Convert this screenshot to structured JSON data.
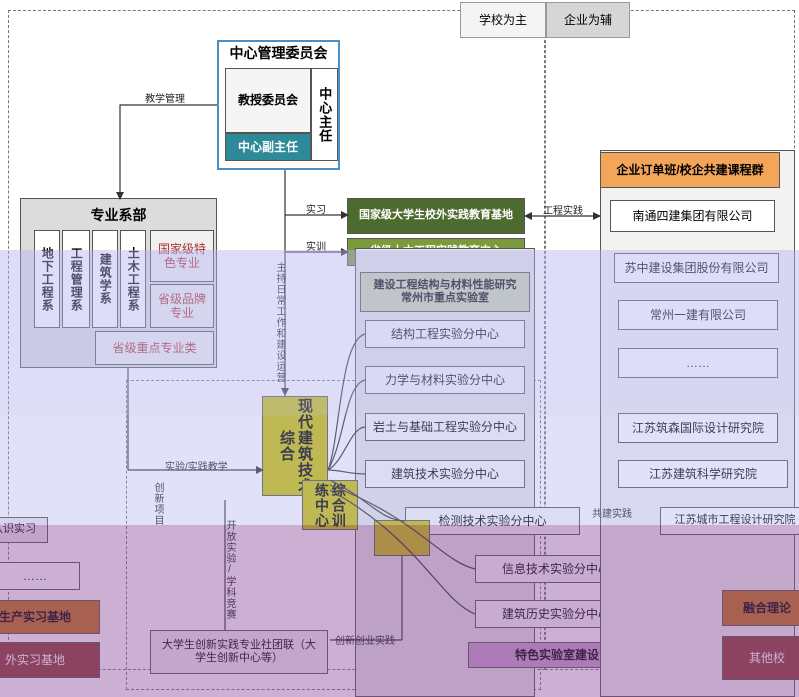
{
  "legend": {
    "school_main": "学校为主",
    "enterprise_aux": "企业为辅"
  },
  "committee": {
    "title": "中心管理委员会",
    "professors": "教授委员会",
    "vice_director": "中心副主任",
    "director": "中心主任"
  },
  "department": {
    "title": "专业系部",
    "majors": [
      "地下工程系",
      "工程管理系",
      "建筑学系",
      "土木工程系"
    ],
    "national": "国家级特色专业",
    "provincial_brand": "省级品牌专业",
    "provincial_key": "省级重点专业类"
  },
  "bases": {
    "national": "国家级大学生校外实践教育基地",
    "provincial": "省级土木工程实践教育中心",
    "lab": "建设工程结构与材料性能研究常州市重点实验室"
  },
  "lab_centers": [
    "结构工程实验分中心",
    "力学与材料实验分中心",
    "岩土与基础工程实验分中心",
    "建筑技术实验分中心",
    "检测技术实验分中心",
    "信息技术实验分中心",
    "建筑历史实验分中心"
  ],
  "special_lab": "特色实验室建设",
  "center_main": "现代建筑技术综合",
  "center_main2": "综合训练中心",
  "enterprise": {
    "title": "企业订单班/校企共建课程群",
    "companies": [
      "南通四建集团有限公司",
      "苏中建设集团股份有限公司",
      "常州一建有限公司",
      "……",
      "江苏筑森国际设计研究院",
      "江苏建筑科学研究院",
      "江苏城市工程设计研究院"
    ]
  },
  "left_lower": {
    "item1": "认识实习",
    "item2": "……",
    "item3": "生产实习基地",
    "item4": "外实习基地"
  },
  "right_lower": {
    "item1": "融合理论",
    "item2": "其他校"
  },
  "club": "大学生创新实践专业社团联（大学生创新中心等）",
  "labels": {
    "teaching_mgmt": "教学管理",
    "practice": "实习",
    "training": "实训",
    "eng_practice": "工程实践",
    "exp_teaching": "实验/实践教学",
    "host_practice": "主持日常工作和建设运营",
    "innovation_project": "创新项目",
    "open_exp": "开放实验/学科竞赛",
    "innovation_practice": "创新创业实践",
    "joint_practice": "共建实践"
  },
  "colors": {
    "committee_border": "#4a90c2",
    "teal": "#2d8a99",
    "dark_green": "#4e6b2f",
    "mid_green": "#7a9a3b",
    "olive": "#c9c200",
    "orange": "#f3a65a",
    "overlay_lavender": "#c8c8f4",
    "overlay_purple": "#9a6aa8"
  }
}
